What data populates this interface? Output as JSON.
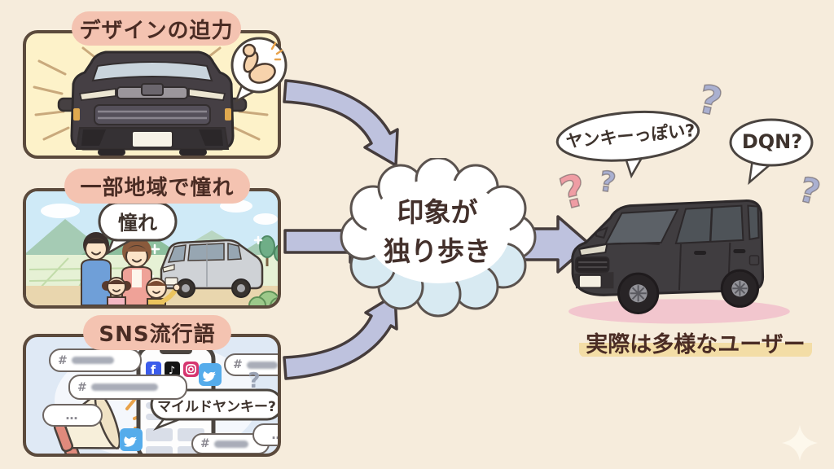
{
  "badges": {
    "design": "デザインの迫力",
    "region": "一部地域で憧れ",
    "sns": "SNS流行語"
  },
  "cloud": {
    "line1": "印象が",
    "line2": "独り歩き"
  },
  "speech": {
    "admire": "憧れ",
    "mild_yankee": "マイルドヤンキー?",
    "yankee_ppoi": "ヤンキーっぽい?",
    "dqn": "DQN?"
  },
  "caption": {
    "text": "実際は多様なユーザー"
  },
  "marks": {
    "question": "?",
    "dots": "…",
    "hash": "#"
  },
  "icons": {
    "facebook_glyph": "f",
    "tiktok_glyph": "♪"
  },
  "colors": {
    "background": "#f6ecdc",
    "badge": "#f4c3b1",
    "panel_design_bg": "#fdf2c9",
    "panel_sns_bg": "#dfe9f5",
    "panel_border": "#5b4a3c",
    "arrow_fill": "#bec2de",
    "cloud_shadow": "#d8eaf2",
    "caption_highlight": "#f3dda6",
    "question_pink": "#ef9da4",
    "question_lavender": "#aab0d0",
    "car_shadow_pink": "#f2c6ce"
  }
}
